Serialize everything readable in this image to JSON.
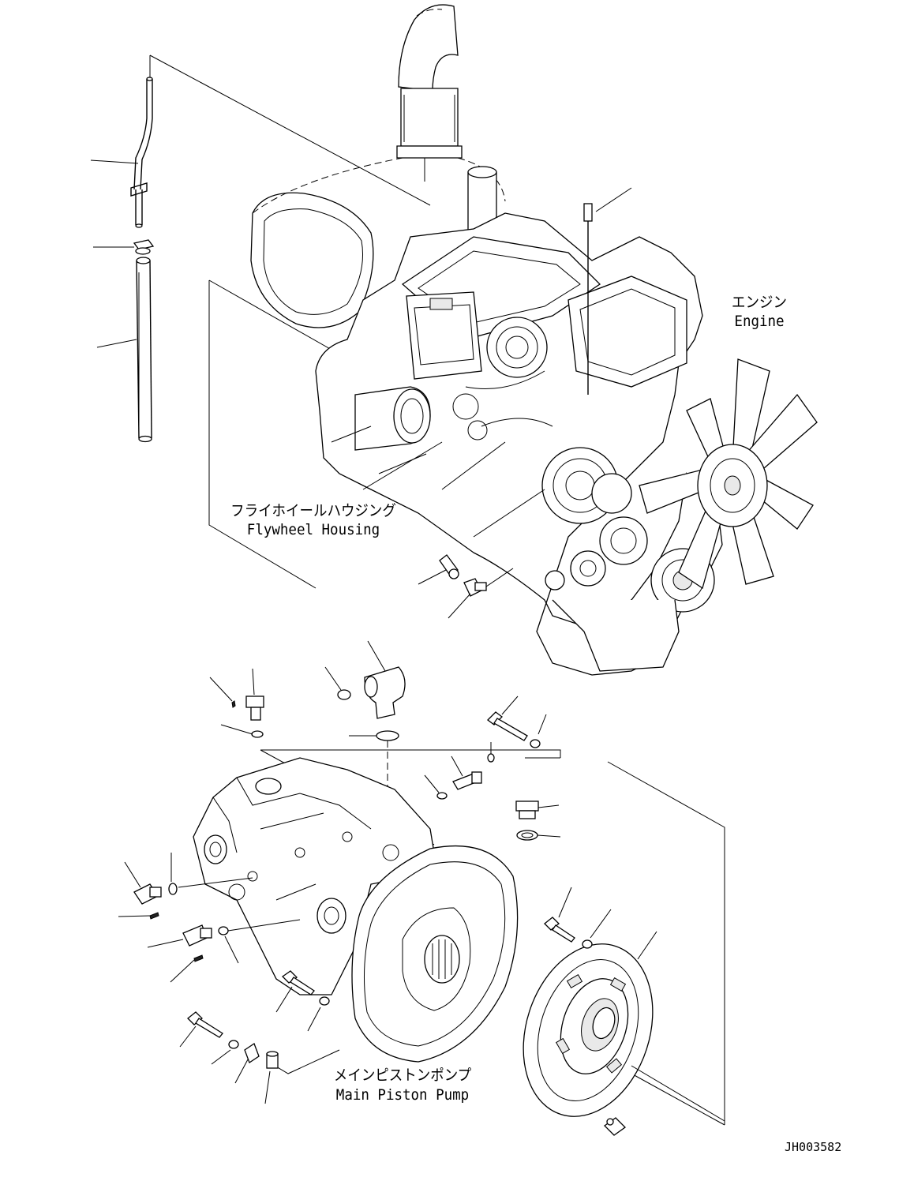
{
  "labels": {
    "engine_jp": "エンジン",
    "engine_en": "Engine",
    "flywheel_jp": "フライホイールハウジング",
    "flywheel_en": "Flywheel Housing",
    "pump_jp": "メインピストンポンプ",
    "pump_en": "Main Piston Pump"
  },
  "drawing_ref": "JH003582"
}
